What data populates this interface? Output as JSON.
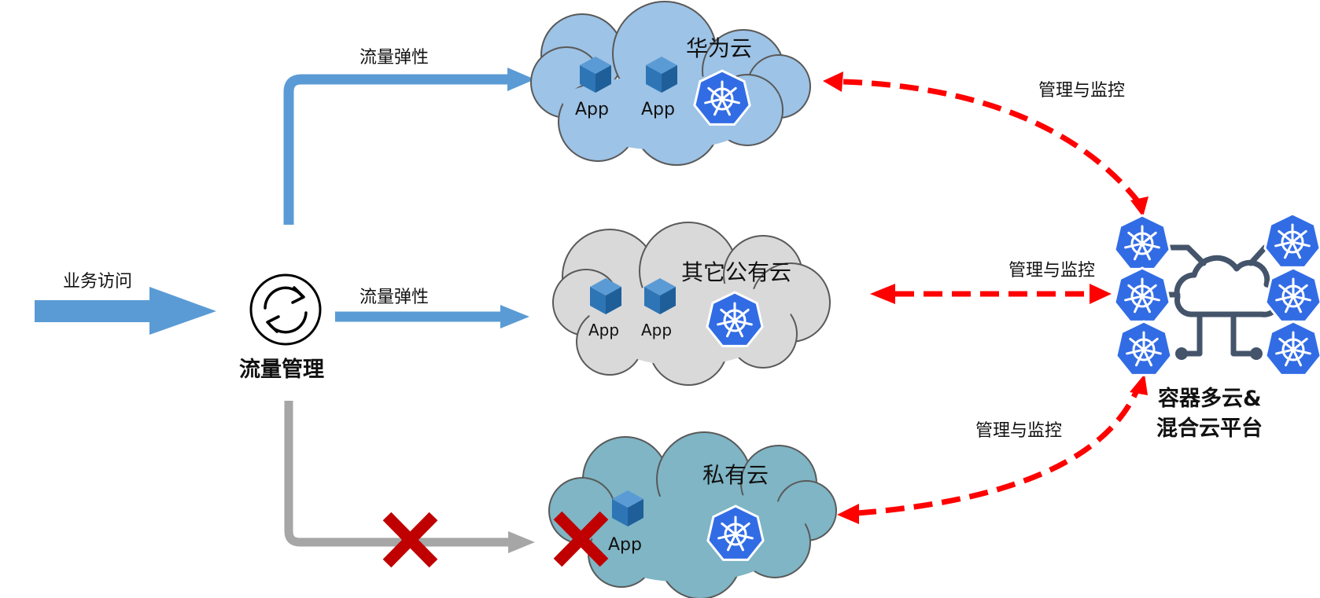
{
  "colors": {
    "flow_blue": "#5b9bd5",
    "flow_gray": "#a6a6a6",
    "monitor_red": "#ff0000",
    "cross_red": "#c00000",
    "k8s_blue": "#326ce5",
    "cube_blue": "#2e75b6",
    "hub_gray": "#44546a",
    "huawei_cloud": "#9dc3e6",
    "public_cloud": "#d9d9d9",
    "private_cloud": "#7fb5c5"
  },
  "icons": {
    "traffic_manager": "sync-arrows-icon",
    "app": "cube-icon",
    "kubernetes": "kubernetes-helm-icon",
    "platform_hub": "cloud-network-icon",
    "blocked": "red-x-icon"
  },
  "left": {
    "access_label": "业务访问",
    "traffic_manager_label": "流量管理"
  },
  "edges": {
    "elastic_top": "流量弹性",
    "elastic_middle": "流量弹性",
    "monitor_top": "管理与监控",
    "monitor_middle": "管理与监控",
    "monitor_bottom": "管理与监控"
  },
  "clouds": {
    "huawei": {
      "title": "华为云",
      "apps": [
        "App",
        "App"
      ]
    },
    "public": {
      "title": "其它公有云",
      "apps": [
        "App",
        "App"
      ]
    },
    "private": {
      "title": "私有云",
      "apps": [
        "App"
      ]
    }
  },
  "platform": {
    "label_line1": "容器多云&",
    "label_line2": "混合云平台"
  }
}
